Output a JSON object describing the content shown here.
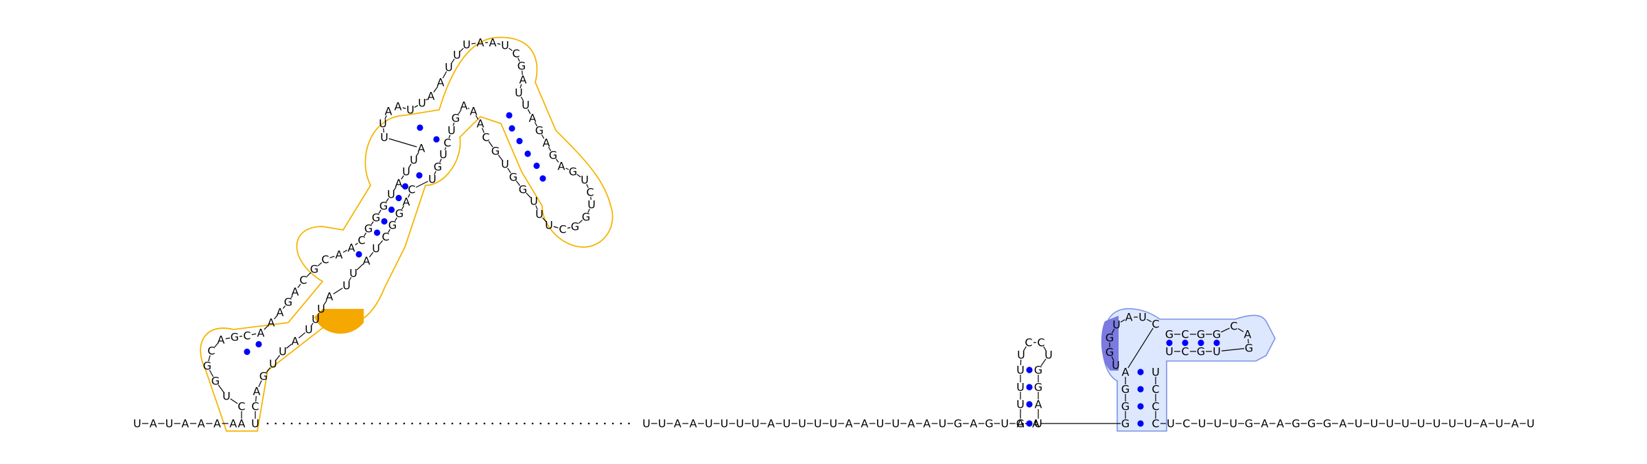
{
  "diagram": {
    "kind": "RNA secondary structure",
    "colors": {
      "pair_dot": "#0000ff",
      "domain1_outline": "#f5b400",
      "domain1_highlight": "#f5a800",
      "domain2_fill": "#dde8ff",
      "domain2_outline": "#7b92e6",
      "domain2_highlight": "#7a7ae0",
      "gap_dots": "#000000"
    },
    "sequence_5prime_tail": "UAUAAAA",
    "gap_after_domain1": true,
    "linker": "UUAAUUUUAUUUUAAUUAAUGAGUGA",
    "tail_3prime": "UCUUUGAAGGGAUUUUUUUUAUAU",
    "hairpin_small": {
      "stem_5prime": "UUU",
      "loop": "UCCU",
      "stem_3prime": "GGA",
      "closing_pair": [
        "A",
        "U"
      ]
    },
    "domain1": {
      "stems": [
        {
          "five": "CA",
          "three": "UG"
        },
        {
          "five": "GA",
          "three": "CU"
        },
        {
          "five": "UAUUAU",
          "three": "UAUAUU"
        },
        {
          "five": "UCA",
          "three": "GAU"
        },
        {
          "five": "AGUCUG",
          "three": "UCAGGC"
        }
      ],
      "loops": [
        "GCUGGAAGCA",
        "GAACGGC",
        "AAUUAAUUUAAUCG",
        "UUAGAG",
        "GCUUUGGUGCAA"
      ],
      "highlight": "ACU"
    },
    "domain2": {
      "stems": [
        {
          "five": "GGGA",
          "three": "UCCC"
        },
        {
          "five": "GCGG",
          "three": "UCGU"
        }
      ],
      "loops": [
        "UGGUAUCC",
        "CAG"
      ],
      "highlight": "UGGU"
    }
  }
}
